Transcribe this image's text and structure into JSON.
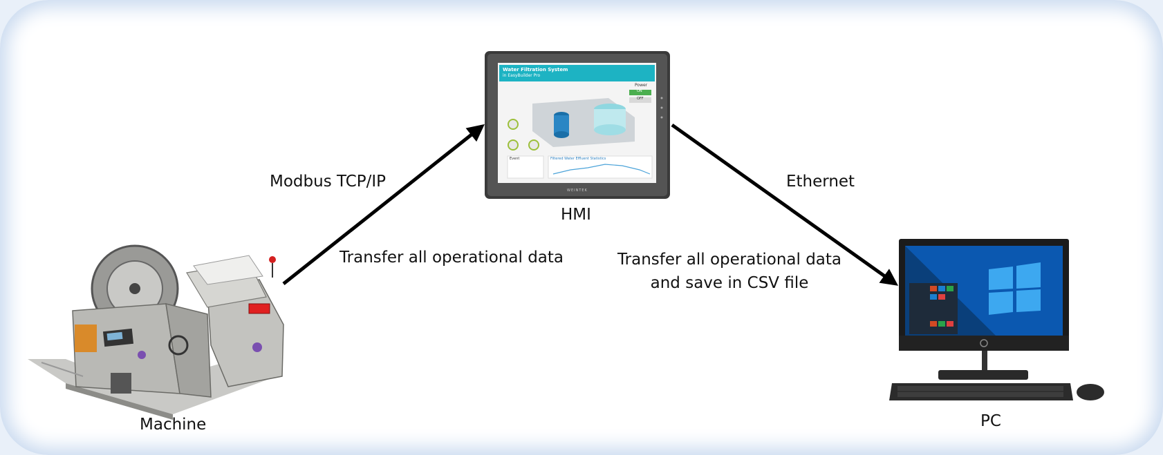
{
  "nodes": {
    "machine": "Machine",
    "hmi": "HMI",
    "pc": "PC"
  },
  "links": {
    "machine_to_hmi": {
      "protocol": "Modbus TCP/IP",
      "description": "Transfer all operational data"
    },
    "hmi_to_pc": {
      "protocol": "Ethernet",
      "description_line1": "Transfer all operational data",
      "description_line2": "and save in CSV file"
    }
  },
  "hmi_screen": {
    "title": "Water Filtration System",
    "subtitle": "in EasyBuilder Pro",
    "power_label": "Power",
    "on_label": "ON",
    "off_label": "OFF",
    "event_label": "Event",
    "stats_title": "Filtered Water Effluent Statistics",
    "brand": "WEINTEK"
  }
}
